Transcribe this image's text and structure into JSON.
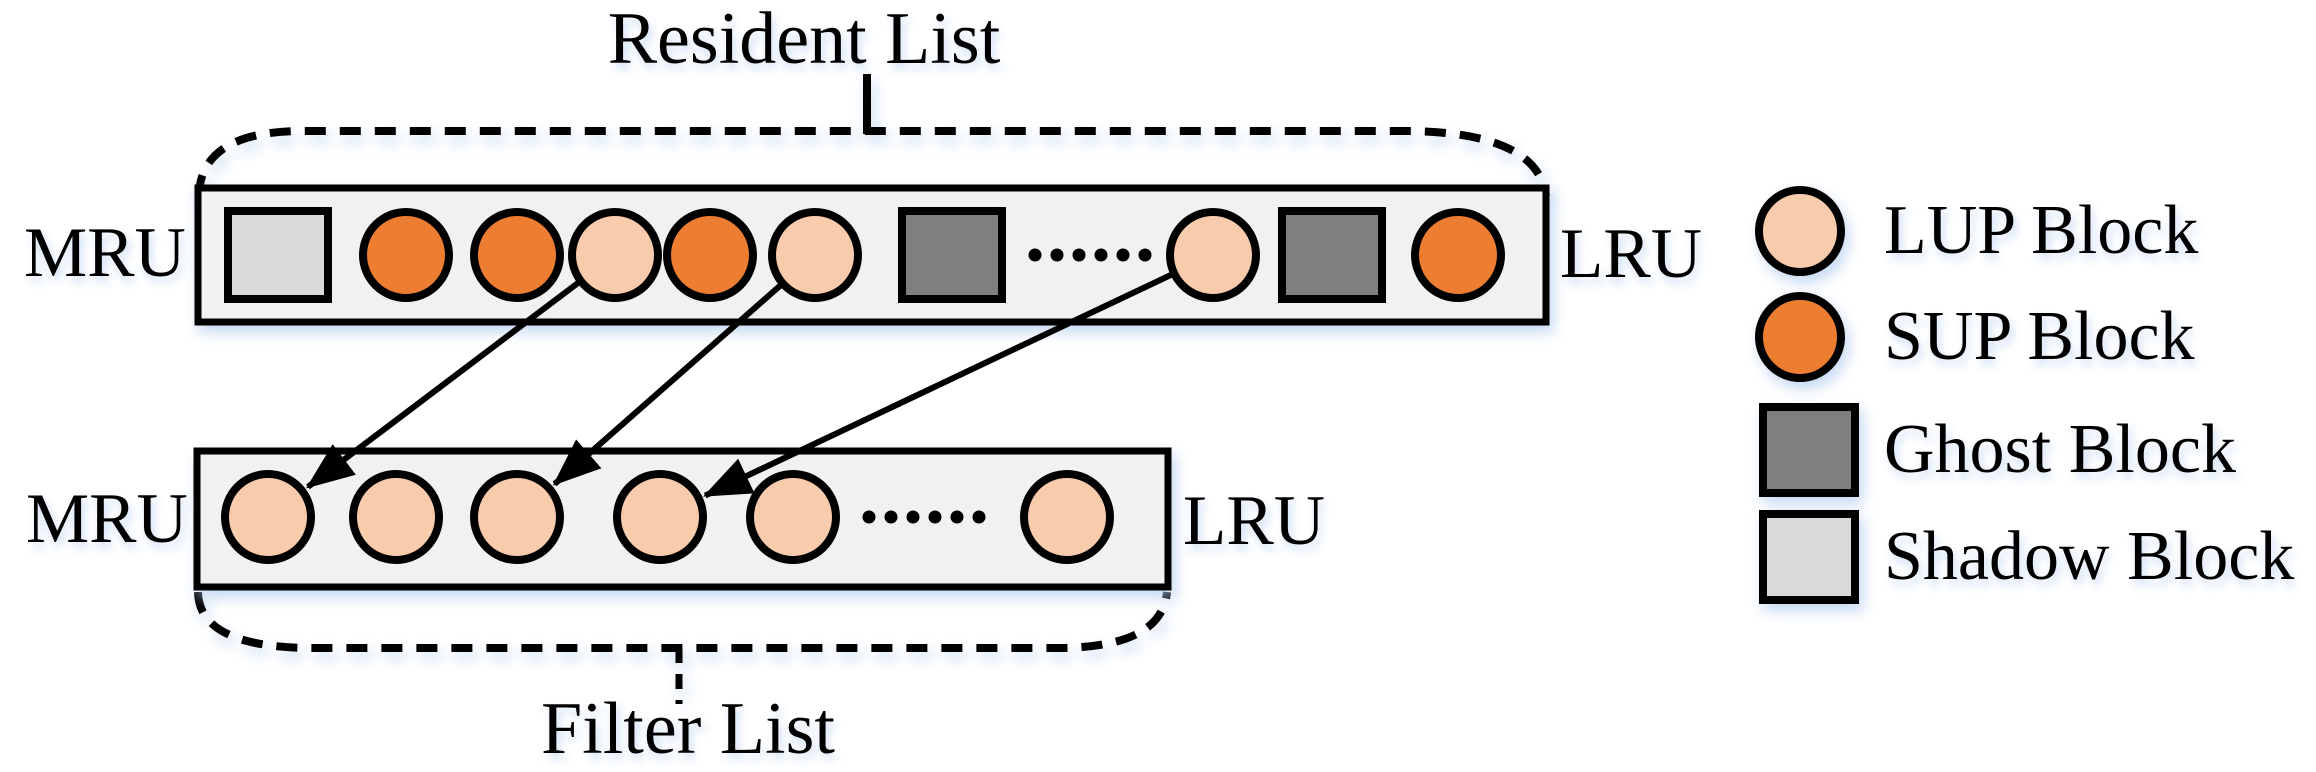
{
  "resident_list": {
    "title": "Resident List",
    "mru_label": "MRU",
    "lru_label": "LRU",
    "blocks": [
      "shadow",
      "sup",
      "sup",
      "lup",
      "sup",
      "lup",
      "ghost",
      "dots",
      "lup",
      "ghost",
      "sup"
    ]
  },
  "filter_list": {
    "title": "Filter List",
    "mru_label": "MRU",
    "lru_label": "LRU",
    "blocks": [
      "lup",
      "lup",
      "lup",
      "lup",
      "lup",
      "dots",
      "lup"
    ]
  },
  "arrows": [
    {
      "from_block": 3,
      "to_block": 0
    },
    {
      "from_block": 5,
      "to_block": 2
    },
    {
      "from_block": 8,
      "to_block": 3
    }
  ],
  "legend": {
    "items": [
      {
        "id": "lup",
        "shape": "circle",
        "color": "#F8CBAD",
        "label": "LUP Block"
      },
      {
        "id": "sup",
        "shape": "circle",
        "color": "#ED7D31",
        "label": "SUP Block"
      },
      {
        "id": "ghost",
        "shape": "square",
        "color": "#7F7F7F",
        "label": "Ghost Block"
      },
      {
        "id": "shadow",
        "shape": "square",
        "color": "#D9D9D9",
        "label": "Shadow Block"
      }
    ]
  },
  "colors": {
    "lup": "#F8CBAD",
    "sup": "#ED7D31",
    "ghost": "#7F7F7F",
    "shadow": "#D9D9D9",
    "list_fill": "#F1F1F1",
    "outline": "#000000",
    "ellipsis_dot": "#000000"
  },
  "ellipsis_text": "......"
}
